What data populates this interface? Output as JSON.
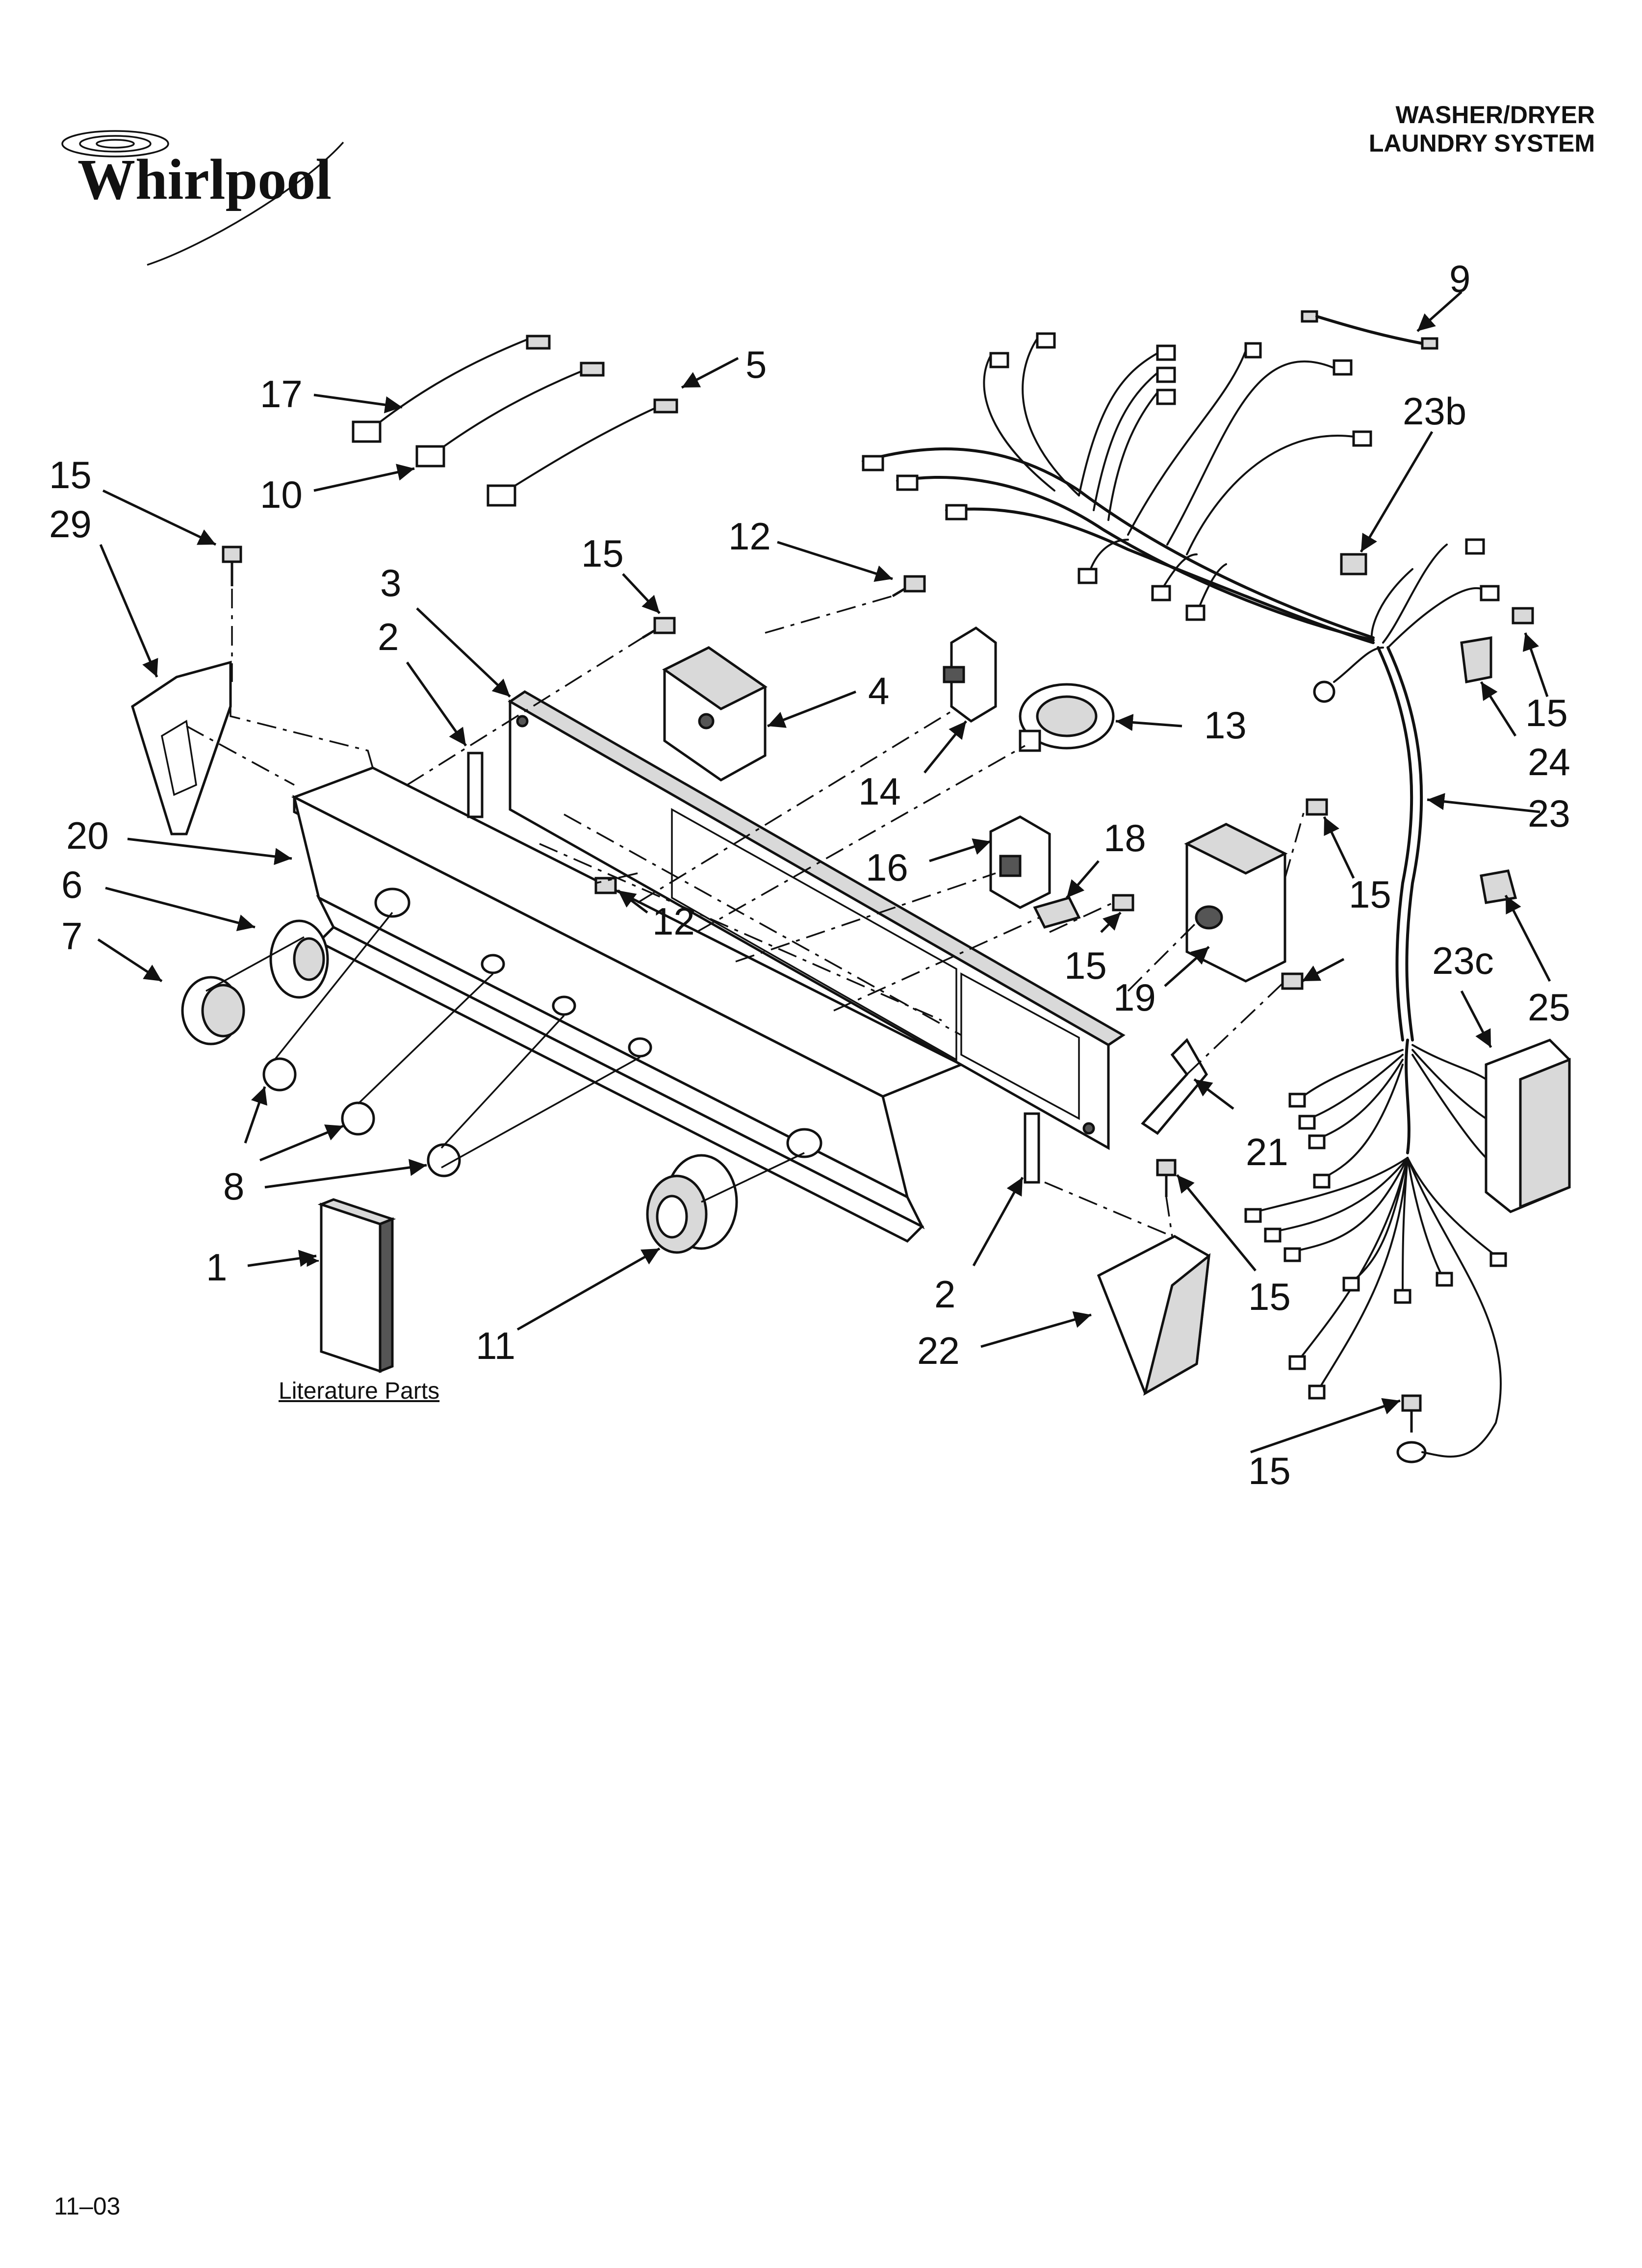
{
  "brand": {
    "name": "Whirlpool"
  },
  "header": {
    "line1": "WASHER/DRYER",
    "line2": "LAUNDRY SYSTEM"
  },
  "footer": {
    "page_code": "11–03"
  },
  "literature": {
    "label": "Literature Parts"
  },
  "callouts": {
    "c1": "1",
    "c2a": "2",
    "c2b": "2",
    "c3": "3",
    "c4": "4",
    "c5": "5",
    "c6": "6",
    "c7": "7",
    "c8": "8",
    "c9": "9",
    "c10": "10",
    "c11": "11",
    "c12a": "12",
    "c12b": "12",
    "c13": "13",
    "c14": "14",
    "c15a": "15",
    "c15b": "15",
    "c15c": "15",
    "c15d": "15",
    "c15e": "15",
    "c15f": "15",
    "c15g": "15",
    "c16": "16",
    "c17": "17",
    "c18": "18",
    "c19": "19",
    "c20": "20",
    "c21": "21",
    "c22": "22",
    "c23": "23",
    "c23b": "23b",
    "c23c": "23c",
    "c24": "24",
    "c25": "25",
    "c29": "29"
  }
}
